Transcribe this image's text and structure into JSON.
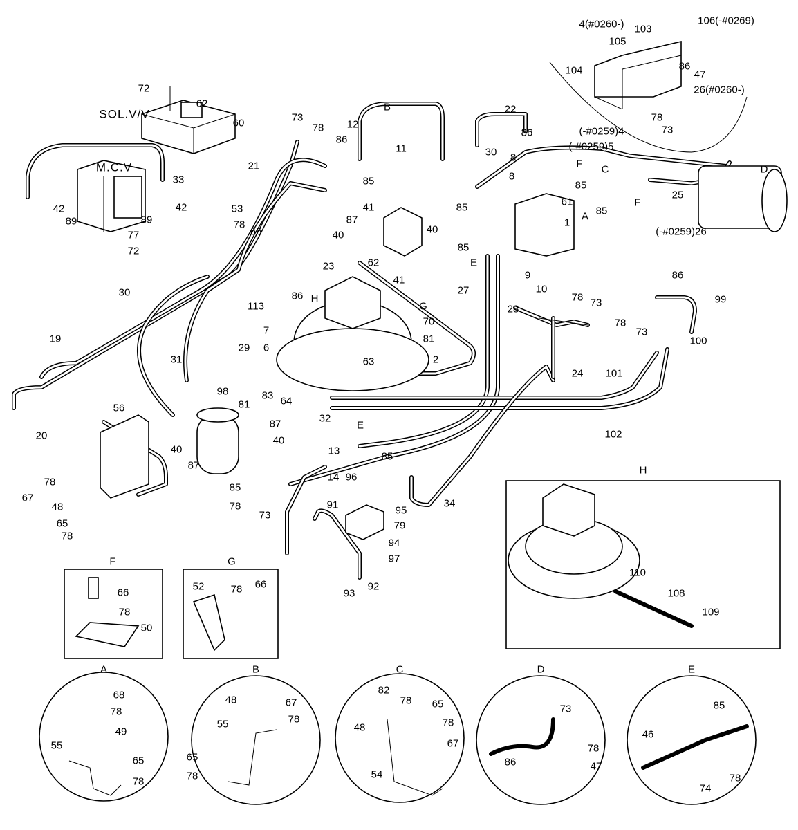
{
  "diagram": {
    "title_label": "SOL.V/V",
    "mcv_label": "M.C.V",
    "callouts": [
      "4(#0260-)",
      "105",
      "103",
      "106(-#0269)",
      "104",
      "86",
      "47",
      "26(#0260-)",
      "78",
      "73",
      "(-#0259)4",
      "(-#0259)5",
      "D",
      "C",
      "F",
      "F",
      "25",
      "(-#0259)26",
      "72",
      "62",
      "60",
      "33",
      "42",
      "42",
      "89",
      "89",
      "77",
      "72",
      "73",
      "78",
      "B",
      "12",
      "11",
      "22",
      "86",
      "30",
      "86",
      "21",
      "85",
      "53",
      "78",
      "66",
      "41",
      "87",
      "40",
      "40",
      "62",
      "41",
      "23",
      "85",
      "8",
      "8",
      "85",
      "61",
      "1",
      "A",
      "85",
      "85",
      "E",
      "9",
      "10",
      "78",
      "73",
      "27",
      "28",
      "86",
      "99",
      "78",
      "73",
      "100",
      "30",
      "113",
      "H",
      "86",
      "7",
      "70",
      "G",
      "81",
      "6",
      "63",
      "2",
      "29",
      "31",
      "19",
      "24",
      "101",
      "102",
      "98",
      "81",
      "83",
      "64",
      "87",
      "40",
      "40",
      "87",
      "56",
      "20",
      "32",
      "E",
      "13",
      "85",
      "14",
      "96",
      "85",
      "78",
      "73",
      "95",
      "79",
      "91",
      "94",
      "97",
      "93",
      "92",
      "34",
      "78",
      "67",
      "48",
      "65",
      "78"
    ],
    "inset_h": {
      "title": "H",
      "callouts": [
        "110",
        "108",
        "109"
      ]
    },
    "inset_f": {
      "title": "F",
      "callouts": [
        "66",
        "78",
        "50"
      ]
    },
    "inset_g": {
      "title": "G",
      "callouts": [
        "52",
        "78",
        "66"
      ]
    },
    "detail_a": {
      "title": "A",
      "callouts": [
        "68",
        "78",
        "49",
        "55",
        "65",
        "78"
      ]
    },
    "detail_b": {
      "title": "B",
      "callouts": [
        "48",
        "67",
        "78",
        "55",
        "65",
        "78"
      ]
    },
    "detail_c": {
      "title": "C",
      "callouts": [
        "82",
        "78",
        "65",
        "78",
        "48",
        "67",
        "54"
      ]
    },
    "detail_d": {
      "title": "D",
      "callouts": [
        "73",
        "78",
        "86",
        "47"
      ]
    },
    "detail_e": {
      "title": "E",
      "callouts": [
        "85",
        "46",
        "78",
        "74"
      ]
    }
  }
}
